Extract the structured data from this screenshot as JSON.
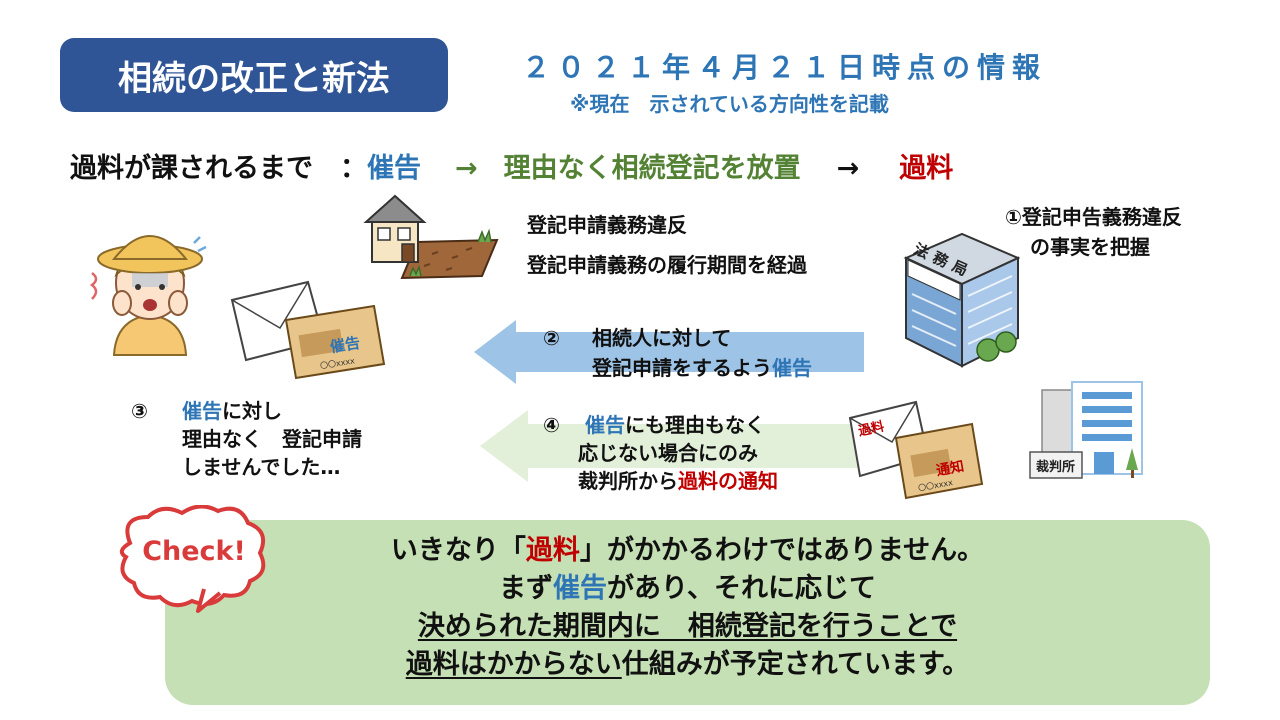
{
  "header": {
    "title": "相続の改正と新法",
    "date_info": "２０２１年４月２１日時点の情報",
    "note": "※現在　示されている方向性を記載"
  },
  "flow": {
    "label": "過料が課されるまで　：",
    "step1": "催告",
    "arrow1": "→",
    "step2": "理由なく相続登記を放置",
    "arrow2": "→",
    "step3": "過料"
  },
  "violation": {
    "line1": "登記申請義務違反",
    "line2": "登記申請義務の履行期間を経過"
  },
  "step_1": {
    "line1": "①登記申告義務違反",
    "line2": "の事実を把握"
  },
  "step_2": {
    "number": "②",
    "line1": "相続人に対して",
    "line2_prefix": "登記申請をするよう",
    "line2_highlight": "催告"
  },
  "step_3": {
    "number": "③",
    "line1_highlight": "催告",
    "line1_suffix": "に対し",
    "line2": "理由なく　登記申請",
    "line3": "しませんでした…"
  },
  "step_4": {
    "number": "④",
    "line1_highlight": "催告",
    "line1_suffix": "にも理由もなく",
    "line2": "応じない場合にのみ",
    "line3_prefix": "裁判所から",
    "line3_highlight": "過料の通知"
  },
  "illustrations": {
    "building_sign": "法務局",
    "court_sign": "裁判所",
    "envelope_1_label": "催告",
    "envelope_2_label": "過料",
    "envelope_3_label": "通知",
    "envelope_stamp": "〇〇xxxx",
    "envelope_stamp_2": "〇〇xxxx"
  },
  "check": {
    "badge": "Check!",
    "line1_prefix": "いきなり「",
    "line1_highlight": "過料",
    "line1_suffix": "」がかかるわけではありません。",
    "line2_prefix": "まず",
    "line2_highlight": "催告",
    "line2_suffix": "があり、それに応じて",
    "line3": "決められた期間内に　相続登記を行うことで",
    "line4_underlined": "過料はかからない",
    "line4_suffix": "仕組みが予定されています。"
  },
  "colors": {
    "title_bg": "#2f5597",
    "accent_blue": "#2e75b6",
    "accent_green": "#548235",
    "accent_red": "#c00000",
    "check_bg": "#c5e0b4",
    "arrow_blue": "#9dc3e6",
    "arrow_green": "#e2efd9"
  }
}
